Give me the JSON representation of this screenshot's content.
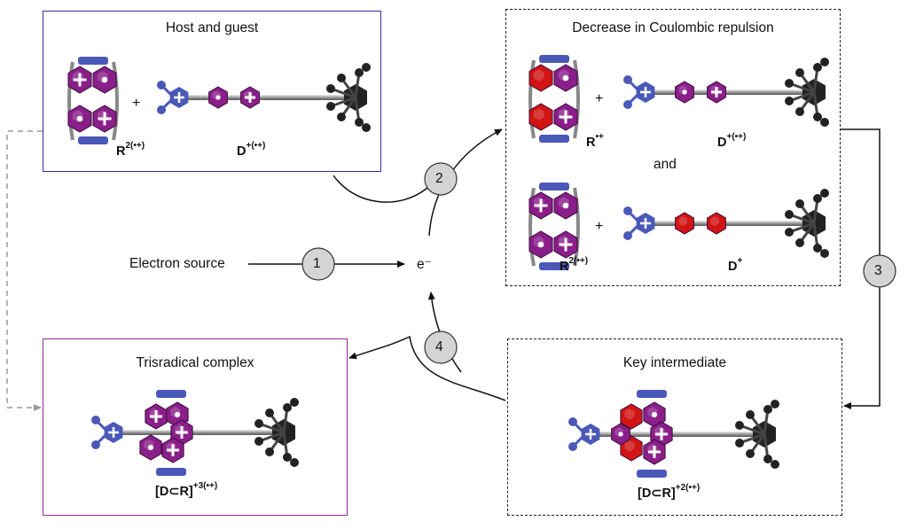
{
  "panels": {
    "host": {
      "title": "Host and guest",
      "plus": "+",
      "ring_label": {
        "main": "R",
        "sup": "2(•+)"
      },
      "dumbbell_label": {
        "main": "D",
        "sup": "+(•+)"
      }
    },
    "coulombic": {
      "title": "Decrease in Coulombic repulsion",
      "top_plus": "+",
      "top_ring_label": {
        "main": "R",
        "sup": "•+"
      },
      "top_dumbbell_label": {
        "main": "D",
        "sup": "+(•+)"
      },
      "connector": "and",
      "bottom_plus": "+",
      "bottom_ring_label": {
        "main": "R",
        "sup": "2(•+)"
      },
      "bottom_dumbbell_label": {
        "main": "D",
        "sup": "+"
      }
    },
    "trisradical": {
      "title": "Trisradical complex",
      "label": {
        "main": "[D⊂R]",
        "sup": "+3(•+)"
      }
    },
    "key": {
      "title": "Key intermediate",
      "label": {
        "main": "[D⊂R]",
        "sup": "+2(•+)"
      }
    }
  },
  "flow": {
    "electron_source": "Electron source",
    "electron": "e⁻",
    "steps": [
      "1",
      "2",
      "3",
      "4"
    ]
  },
  "colors": {
    "viologen_radical": "#8a1f8a",
    "viologen_red": "#d11414",
    "blue_stopper": "#4a58b8",
    "black_stopper": "#222222",
    "host_border": "#2c2ca8",
    "trisradical_border": "#8e2a8e"
  }
}
